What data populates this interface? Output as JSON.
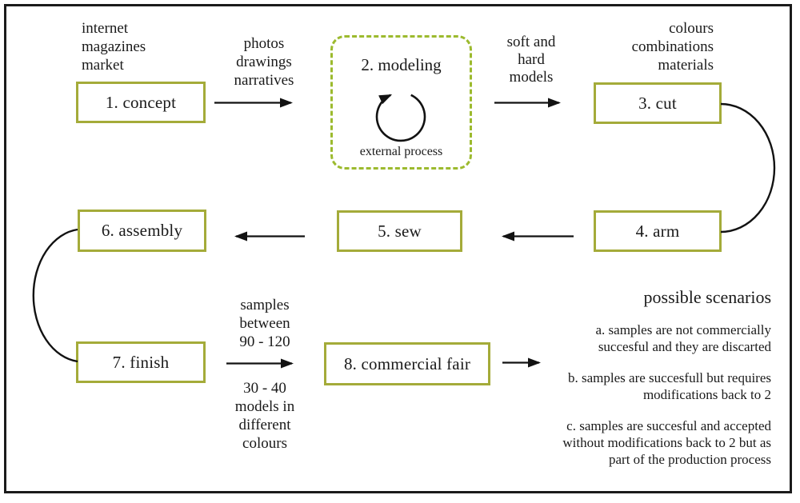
{
  "steps": {
    "concept": {
      "label": "1. concept",
      "note": "internet\nmagazines\nmarket"
    },
    "modeling": {
      "label": "2. modeling",
      "sub_label": "external process"
    },
    "cut": {
      "label": "3. cut",
      "note": "colours\ncombinations\nmaterials"
    },
    "arm": {
      "label": "4. arm"
    },
    "sew": {
      "label": "5. sew"
    },
    "assembly": {
      "label": "6. assembly"
    },
    "finish": {
      "label": "7. finish"
    },
    "commercial_fair": {
      "label": "8. commercial fair"
    }
  },
  "arrow_labels": {
    "concept_to_modeling": "photos\ndrawings\nnarratives",
    "modeling_to_cut": "soft and\nhard\nmodels",
    "finish_to_fair_above": "samples\nbetween\n90 - 120",
    "finish_to_fair_below": "30 - 40\nmodels in\ndifferent\ncolours"
  },
  "scenarios": {
    "title": "possible scenarios",
    "items": [
      "a. samples are not commercially\nsuccesful and they are discarted",
      "b. samples are succesfull but requires\nmodifications back to 2",
      "c. samples are succesful and accepted\nwithout modifications back to 2 but as\npart of the production process"
    ]
  },
  "icons": {
    "loop": "loop-arrow-icon"
  },
  "colors": {
    "box_border": "#a4ab39",
    "dashed_border": "#9cba2e",
    "line": "#121212",
    "text": "#1a1a1a",
    "background": "#ffffff"
  }
}
